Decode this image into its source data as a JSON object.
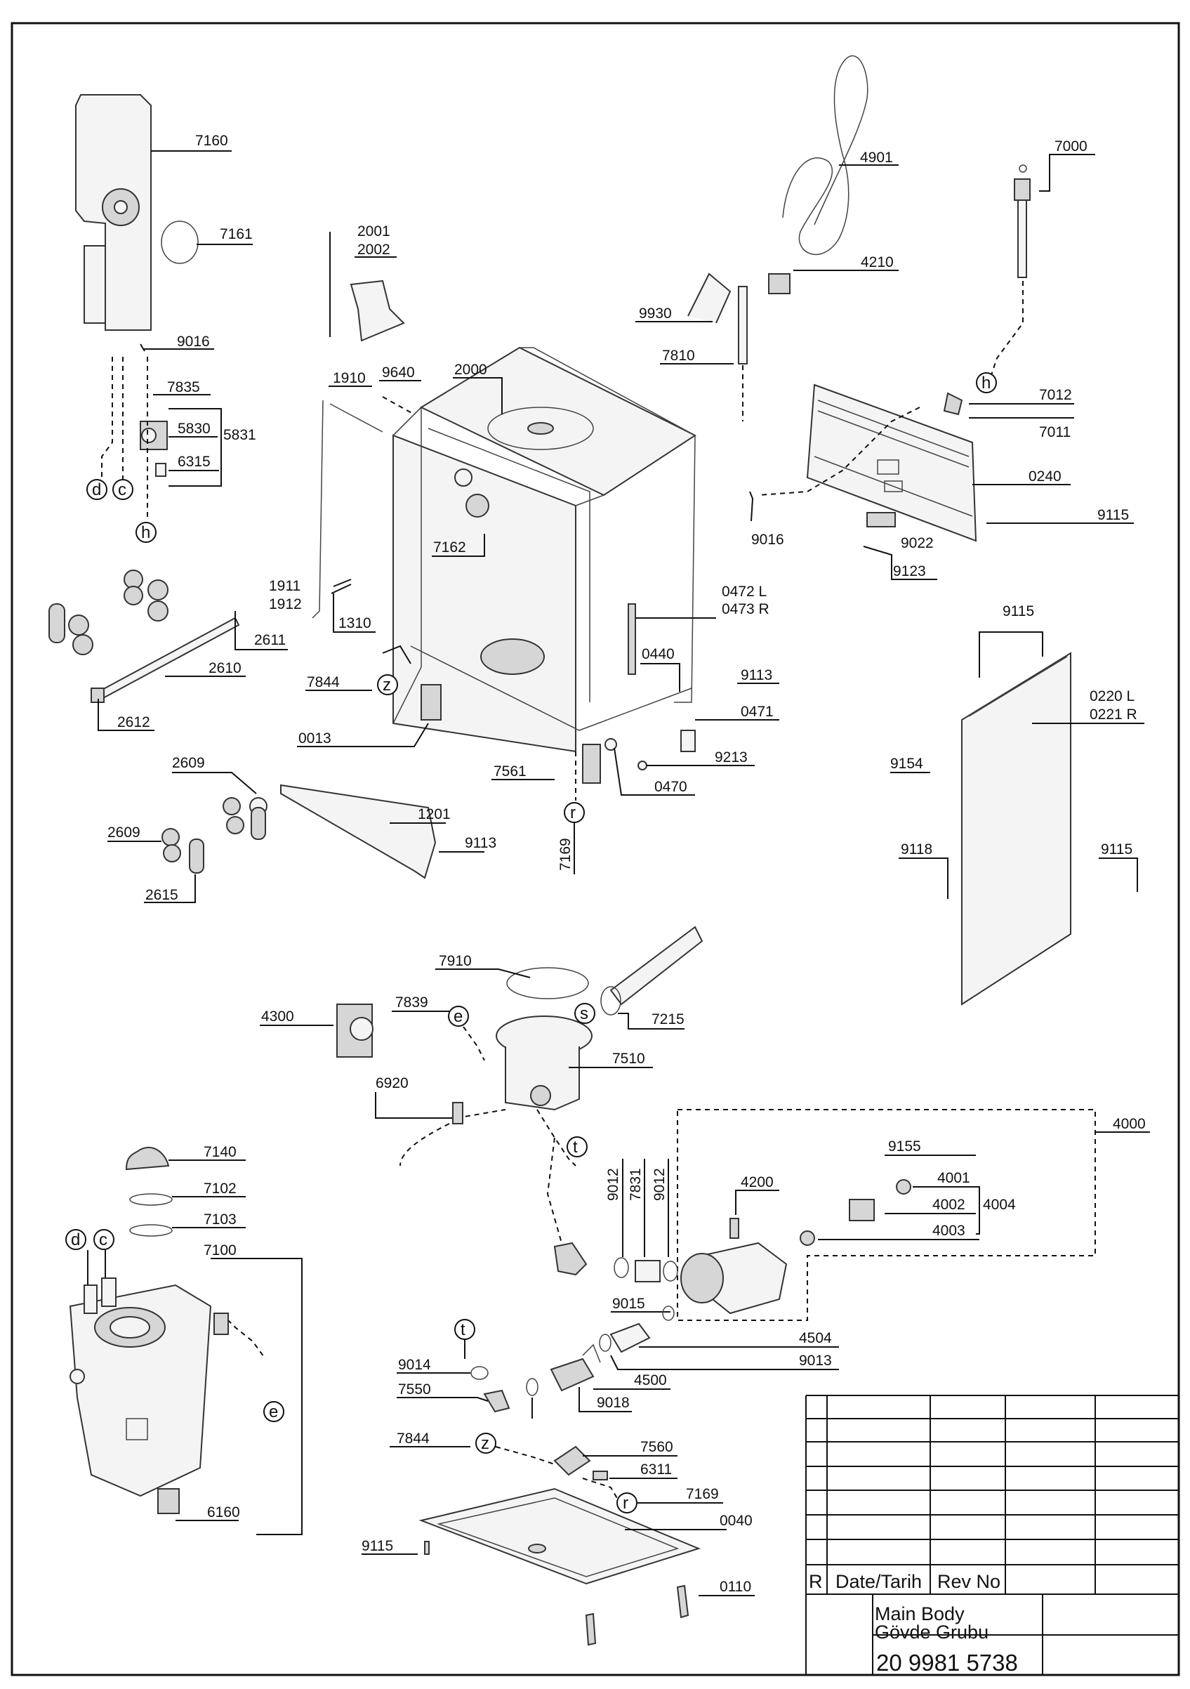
{
  "part_labels": {
    "p7160": "7160",
    "p7161": "7161",
    "p9016a": "9016",
    "p7835": "7835",
    "p5830": "5830",
    "p5831": "5831",
    "p6315": "6315",
    "p2001": "2001",
    "p2002": "2002",
    "p1910": "1910",
    "p9640": "9640",
    "p2000": "2000",
    "p7162": "7162",
    "p1911": "1911",
    "p1912": "1912",
    "p1310": "1310",
    "p4901": "4901",
    "p7000": "7000",
    "p4210": "4210",
    "p9930": "9930",
    "p7810": "7810",
    "p7012": "7012",
    "p7011": "7011",
    "p0240": "0240",
    "p9016b": "9016",
    "p9022": "9022",
    "p9115a": "9115",
    "p9123": "9123",
    "p0472": "0472 L",
    "p0473": "0473 R",
    "p0440": "0440",
    "p9113a": "9113",
    "p0471": "0471",
    "p9213": "9213",
    "p0470": "0470",
    "p7561": "7561",
    "p0013": "0013",
    "p7844a": "7844",
    "p2611": "2611",
    "p2610": "2610",
    "p2612": "2612",
    "p2609a": "2609",
    "p2609b": "2609",
    "p1201": "1201",
    "p9113b": "9113",
    "p2615": "2615",
    "p7169a": "7169",
    "p9115b": "9115",
    "p0220": "0220 L",
    "p0221": "0221 R",
    "p9154": "9154",
    "p9118": "9118",
    "p9115c": "9115",
    "p7910": "7910",
    "p7839": "7839",
    "p4300": "4300",
    "p7215": "7215",
    "p7510": "7510",
    "p6920": "6920",
    "p4000": "4000",
    "p9155": "9155",
    "p4001": "4001",
    "p4002": "4002",
    "p4004": "4004",
    "p4003": "4003",
    "p4200": "4200",
    "p9012a": "9012",
    "p7831": "7831",
    "p9012b": "9012",
    "p9015": "9015",
    "p4504": "4504",
    "p9013": "9013",
    "p4500": "4500",
    "p9018": "9018",
    "p9014": "9014",
    "p7550": "7550",
    "p7140": "7140",
    "p7102": "7102",
    "p7103": "7103",
    "p7100": "7100",
    "p6160": "6160",
    "p7844b": "7844",
    "p7560": "7560",
    "p6311": "6311",
    "p7169b": "7169",
    "p0040": "0040",
    "p9115d": "9115",
    "p0110": "0110"
  },
  "callouts": {
    "d1": "d",
    "c1": "c",
    "h1": "h",
    "h2": "h",
    "z1": "z",
    "r1": "r",
    "e1": "e",
    "s1": "s",
    "t1": "t",
    "d2": "d",
    "c2": "c",
    "e2": "e",
    "t2": "t",
    "z2": "z",
    "r2": "r"
  },
  "title_block": {
    "rev_marker": "R",
    "date_header": "Date/Tarih",
    "rev_header": "Rev No",
    "title_en": "Main Body",
    "title_tr": "Gövde Grubu",
    "drawing_number": "20 9981 5738"
  }
}
